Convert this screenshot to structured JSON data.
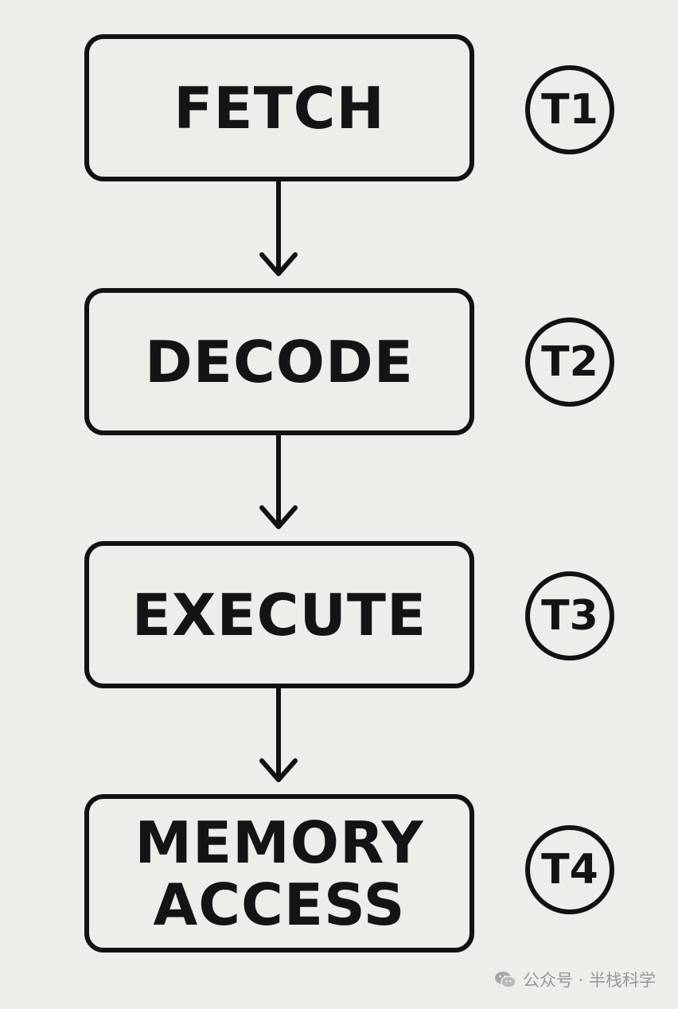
{
  "stages": [
    {
      "label_lines": [
        "FETCH"
      ],
      "time": "T1"
    },
    {
      "label_lines": [
        "DECODE"
      ],
      "time": "T2"
    },
    {
      "label_lines": [
        "EXECUTE"
      ],
      "time": "T3"
    },
    {
      "label_lines": [
        "MEMORY",
        "ACCESS"
      ],
      "time": "T4"
    }
  ],
  "watermark": {
    "icon": "wechat-icon",
    "text": "公众号 · 半栈科学"
  },
  "colors": {
    "background": "#efedea",
    "stroke": "#121212",
    "watermark": "#9a9896"
  }
}
